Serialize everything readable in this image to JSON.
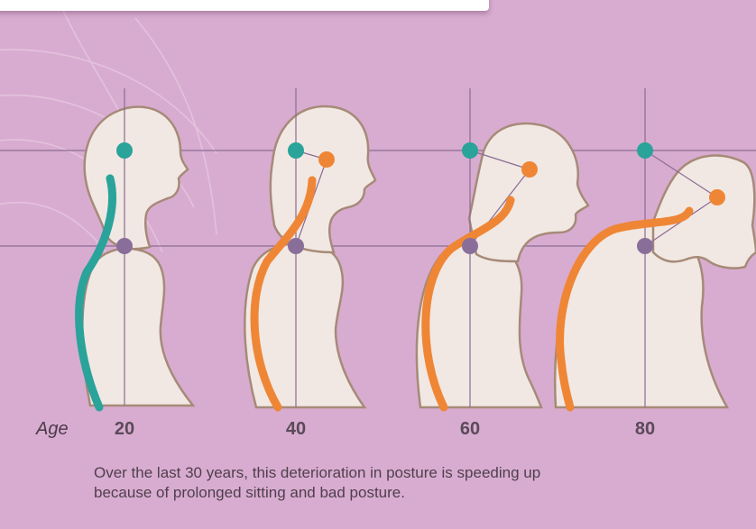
{
  "age_label": "Age",
  "ages": [
    "20",
    "40",
    "60",
    "80"
  ],
  "caption_line1": "Over the last 30 years, this deterioration in posture is speeding up",
  "caption_line2": "because of prolonged sitting and bad posture.",
  "colors": {
    "background": "#d8acd0",
    "figure_fill": "#f1e8e3",
    "figure_outline": "#a68a78",
    "spine_young": "#2aa39b",
    "spine_old": "#ef8636",
    "head_point_ideal": "#2aa39b",
    "head_point_actual": "#ef8636",
    "neck_point": "#8a6e9a",
    "grid_line": "#8b6b93"
  }
}
